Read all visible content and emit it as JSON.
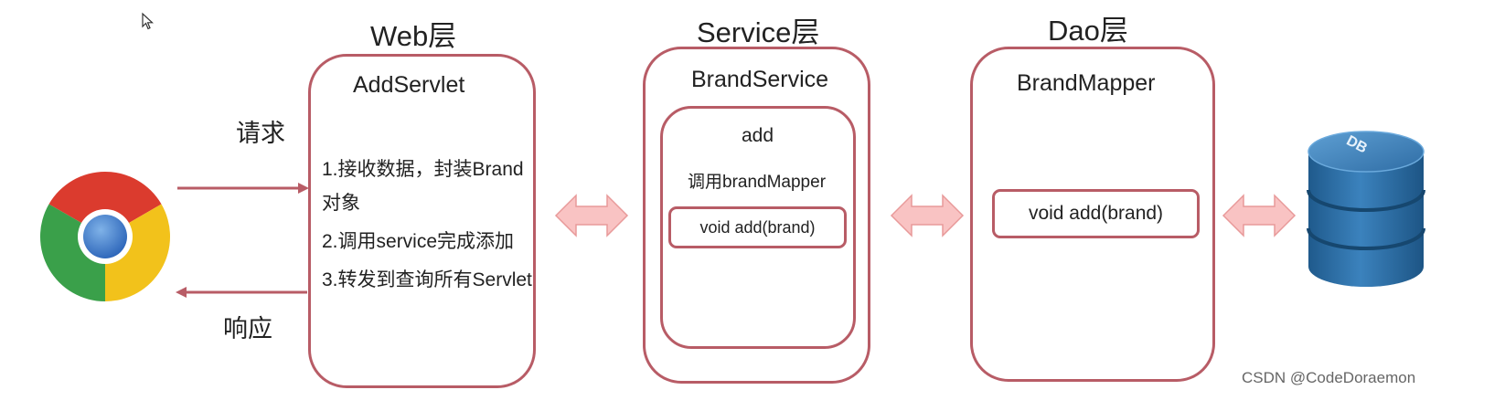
{
  "layers": {
    "web": {
      "title": "Web层",
      "component": "AddServlet"
    },
    "service": {
      "title": "Service层",
      "component": "BrandService"
    },
    "dao": {
      "title": "Dao层",
      "component": "BrandMapper"
    }
  },
  "web_steps": [
    "1.接收数据，封装Brand",
    "对象",
    "2.调用service完成添加",
    "3.转发到查询所有Servlet"
  ],
  "service_method": {
    "name": "add",
    "call": "调用brandMapper",
    "signature": "void add(brand)"
  },
  "dao_method": {
    "signature": "void add(brand)"
  },
  "browser": {
    "request_label": "请求",
    "response_label": "响应"
  },
  "database": {
    "label": "DB"
  },
  "watermark": "CSDN @CodeDoraemon",
  "colors": {
    "box_border": "#b85c66",
    "arrow_line": "#b85c66",
    "double_arrow_fill": "#f9c3c3",
    "db_blue": "#2e6fa5"
  }
}
